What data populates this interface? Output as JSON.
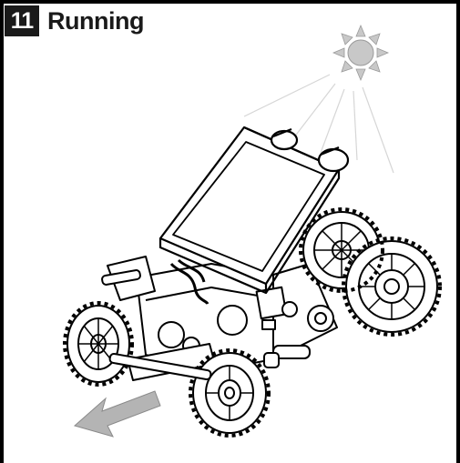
{
  "step": {
    "number": "11",
    "title": "Running"
  },
  "illustration": {
    "subject": "solar-powered-toy-car",
    "icons": [
      "sun-icon",
      "direction-arrow-icon"
    ],
    "colors": {
      "line": "#000000",
      "sun": "#c8c8c8",
      "ray": "#d6d6d6",
      "arrow": "#b4b4b4",
      "background": "#ffffff"
    }
  }
}
